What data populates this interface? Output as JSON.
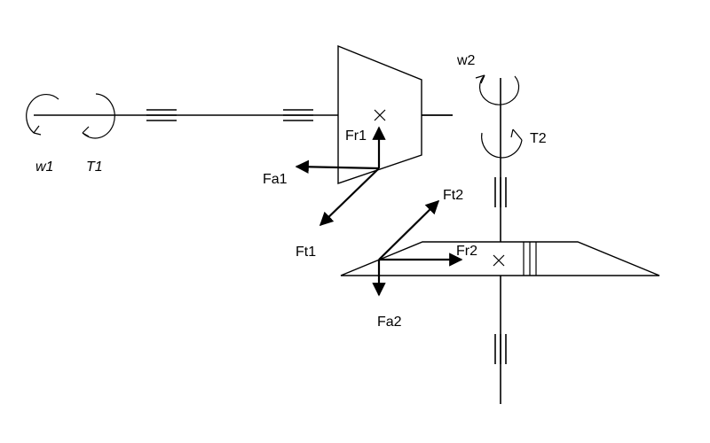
{
  "labels": {
    "w1": "w1",
    "t1": "T1",
    "w2": "w2",
    "t2": "T2",
    "fr1": "Fr1",
    "fa1": "Fa1",
    "ft1": "Ft1",
    "ft2": "Ft2",
    "fr2": "Fr2",
    "fa2": "Fa2"
  }
}
